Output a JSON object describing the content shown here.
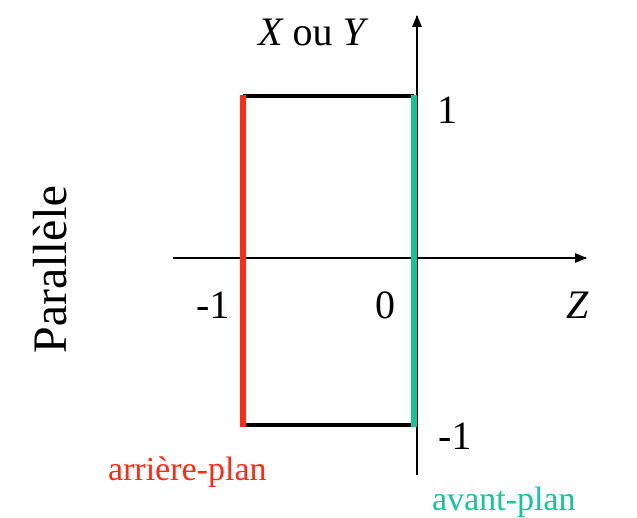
{
  "side_label": "Parallèle",
  "axes": {
    "vertical": {
      "var1": "X",
      "connector": " ou ",
      "var2": "Y"
    },
    "horizontal": {
      "label": "Z"
    }
  },
  "ticks": {
    "z_minus_one": "-1",
    "z_zero": "0",
    "y_plus_one": "1",
    "y_minus_one": "-1"
  },
  "planes": {
    "back": {
      "label": "arrière-plan",
      "color": "#ff2a14"
    },
    "front": {
      "label": "avant-plan",
      "color": "#14c49a"
    }
  },
  "colors": {
    "axis": "#000000",
    "box": "#000000"
  }
}
